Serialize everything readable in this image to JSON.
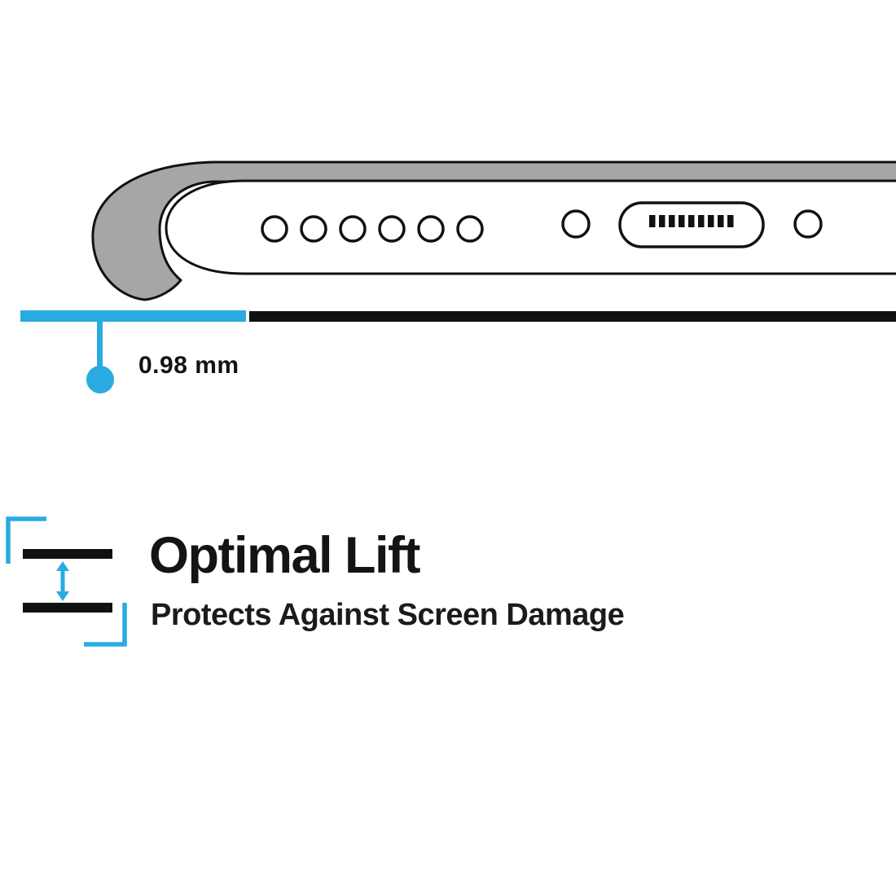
{
  "colors": {
    "accent_cyan": "#29ABE2",
    "outline_ink": "#111111",
    "case_gray": "#A6A6A6"
  },
  "measurement": {
    "value": "0.98 mm"
  },
  "feature": {
    "title": "Optimal Lift",
    "subtitle": "Protects Against Screen Damage"
  }
}
